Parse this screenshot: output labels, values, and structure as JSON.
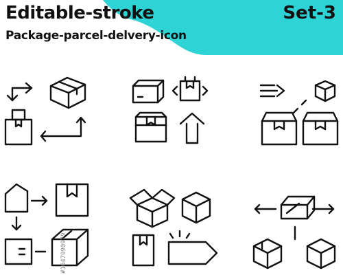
{
  "header": {
    "title": "Editable-stroke",
    "subtitle": "Package-parcel-delvery-icon",
    "set_label": "Set-3"
  },
  "colors": {
    "banner_teal": "#2ed3d6",
    "banner_white": "#ffffff",
    "stroke": "#111111",
    "background": "#ffffff"
  },
  "side_text": "#1647990979",
  "icons": [
    "box-exchange-icon",
    "box-options-icon",
    "fast-delivery-icon",
    "box-shipping-flow-icon",
    "open-box-icon",
    "box-distribution-icon"
  ]
}
